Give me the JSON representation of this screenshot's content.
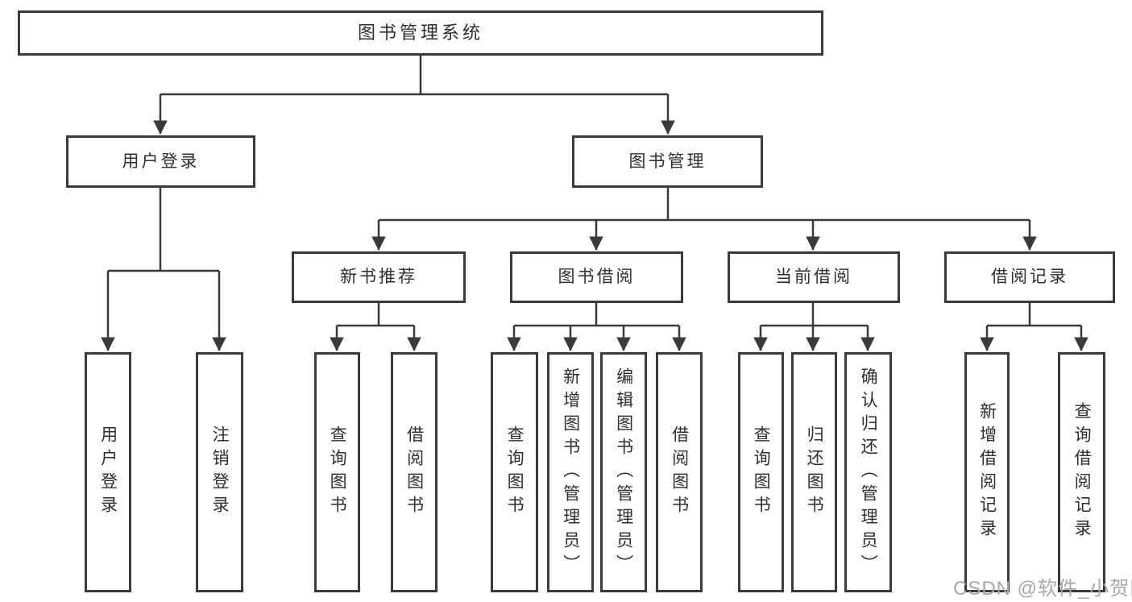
{
  "diagram": {
    "root": {
      "label": "图书管理系统"
    },
    "branches": [
      {
        "label": "用户登录",
        "children": [
          {
            "label": "用户登录"
          },
          {
            "label": "注销登录"
          }
        ]
      },
      {
        "label": "图书管理",
        "children": [
          {
            "label": "新书推荐",
            "children": [
              {
                "label": "查询图书"
              },
              {
                "label": "借阅图书"
              }
            ]
          },
          {
            "label": "图书借阅",
            "children": [
              {
                "label": "查询图书"
              },
              {
                "label": "新增图书（管理员）"
              },
              {
                "label": "编辑图书（管理员）"
              },
              {
                "label": "借阅图书"
              }
            ]
          },
          {
            "label": "当前借阅",
            "children": [
              {
                "label": "查询图书"
              },
              {
                "label": "归还图书"
              },
              {
                "label": "确认归还（管理员）"
              }
            ]
          },
          {
            "label": "借阅记录",
            "children": [
              {
                "label": "新增借阅记录"
              },
              {
                "label": "查询借阅记录"
              }
            ]
          }
        ]
      }
    ]
  },
  "watermark": {
    "text": "CSDN @软件_小贺同学"
  },
  "colors": {
    "line": "#3a3a3a",
    "text": "#2e2e2e",
    "background": "#ffffff",
    "watermark": "#a8a8a8"
  }
}
